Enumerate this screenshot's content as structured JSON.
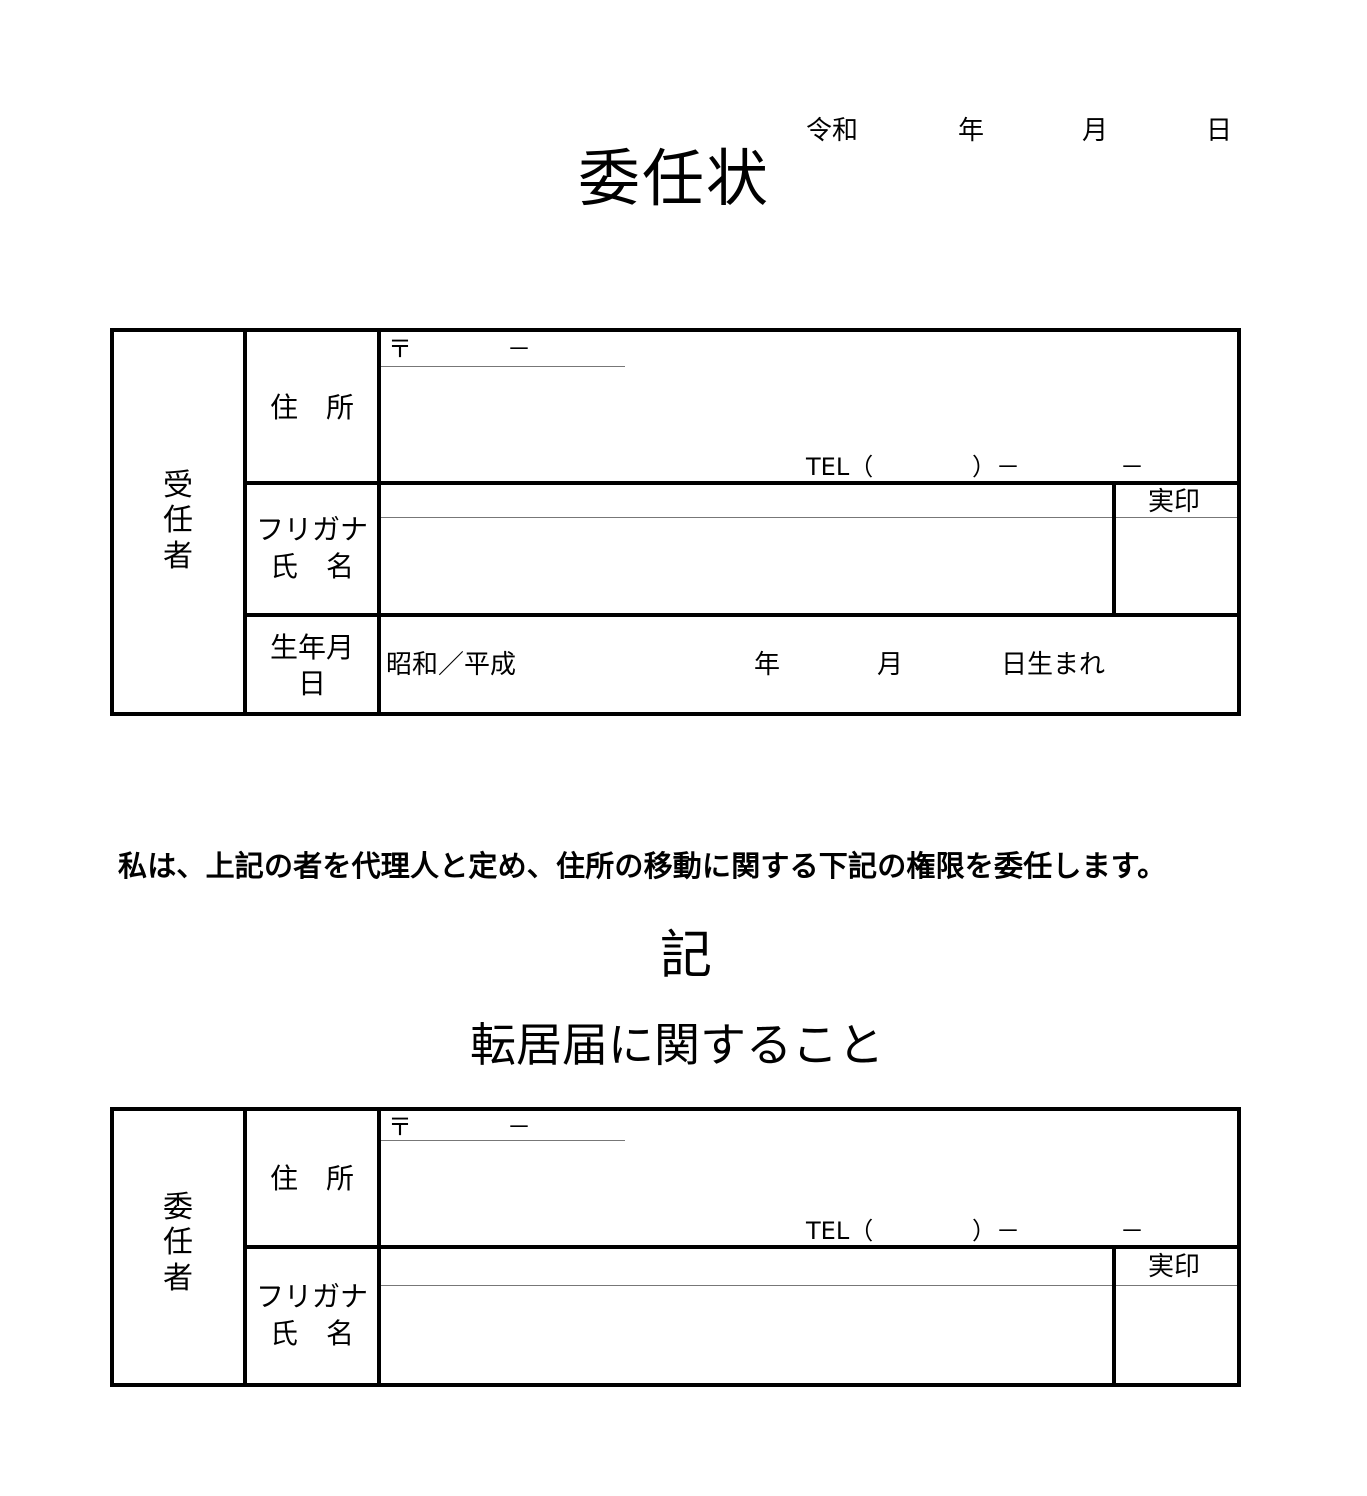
{
  "document": {
    "title": "委任状",
    "date": {
      "era": "令和",
      "year_label": "年",
      "month_label": "月",
      "day_label": "日"
    },
    "agent_section": {
      "side_label": "受任者",
      "address_label": "住　所",
      "postal_mark": "〒",
      "postal_dash": "－",
      "tel_label": "TEL（",
      "tel_paren_close": "）－",
      "tel_dash": "－",
      "name_label_line1": "フリガナ",
      "name_label_line2": "氏　名",
      "seal_label": "実印",
      "birth_label_line1": "生年月",
      "birth_label_line2": "日",
      "birth_era": "昭和／平成",
      "birth_year": "年",
      "birth_month": "月",
      "birth_day_suffix": "日生まれ"
    },
    "statement": "私は、上記の者を代理人と定め、住所の移動に関する下記の権限を委任します。",
    "record_heading": "記",
    "matter": "転居届に関すること",
    "principal_section": {
      "side_label": "委任者",
      "address_label": "住　所",
      "postal_mark": "〒",
      "postal_dash": "－",
      "tel_label": "TEL（",
      "tel_paren_close": "）－",
      "tel_dash": "－",
      "name_label_line1": "フリガナ",
      "name_label_line2": "氏　名",
      "seal_label": "実印"
    }
  }
}
